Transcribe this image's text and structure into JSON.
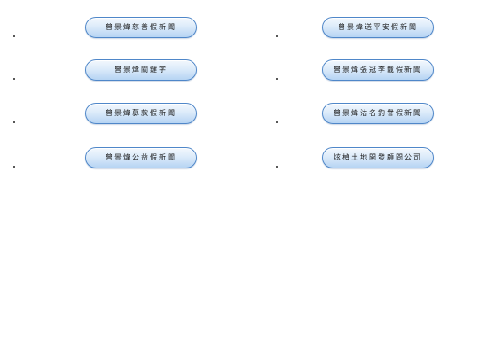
{
  "links": {
    "left": [
      {
        "label": "曾景煒慈善假新聞"
      },
      {
        "label": "曾景煒關鍵字"
      },
      {
        "label": "曾景煒募款假新聞"
      },
      {
        "label": "曾景煒公益假新聞"
      }
    ],
    "right": [
      {
        "label": "曾景煒送平安假新聞"
      },
      {
        "label": "曾景煒張冠李戴假新聞"
      },
      {
        "label": "曾景煒沽名釣譽假新聞"
      },
      {
        "label": "炫楨土地開發顧問公司"
      }
    ]
  }
}
